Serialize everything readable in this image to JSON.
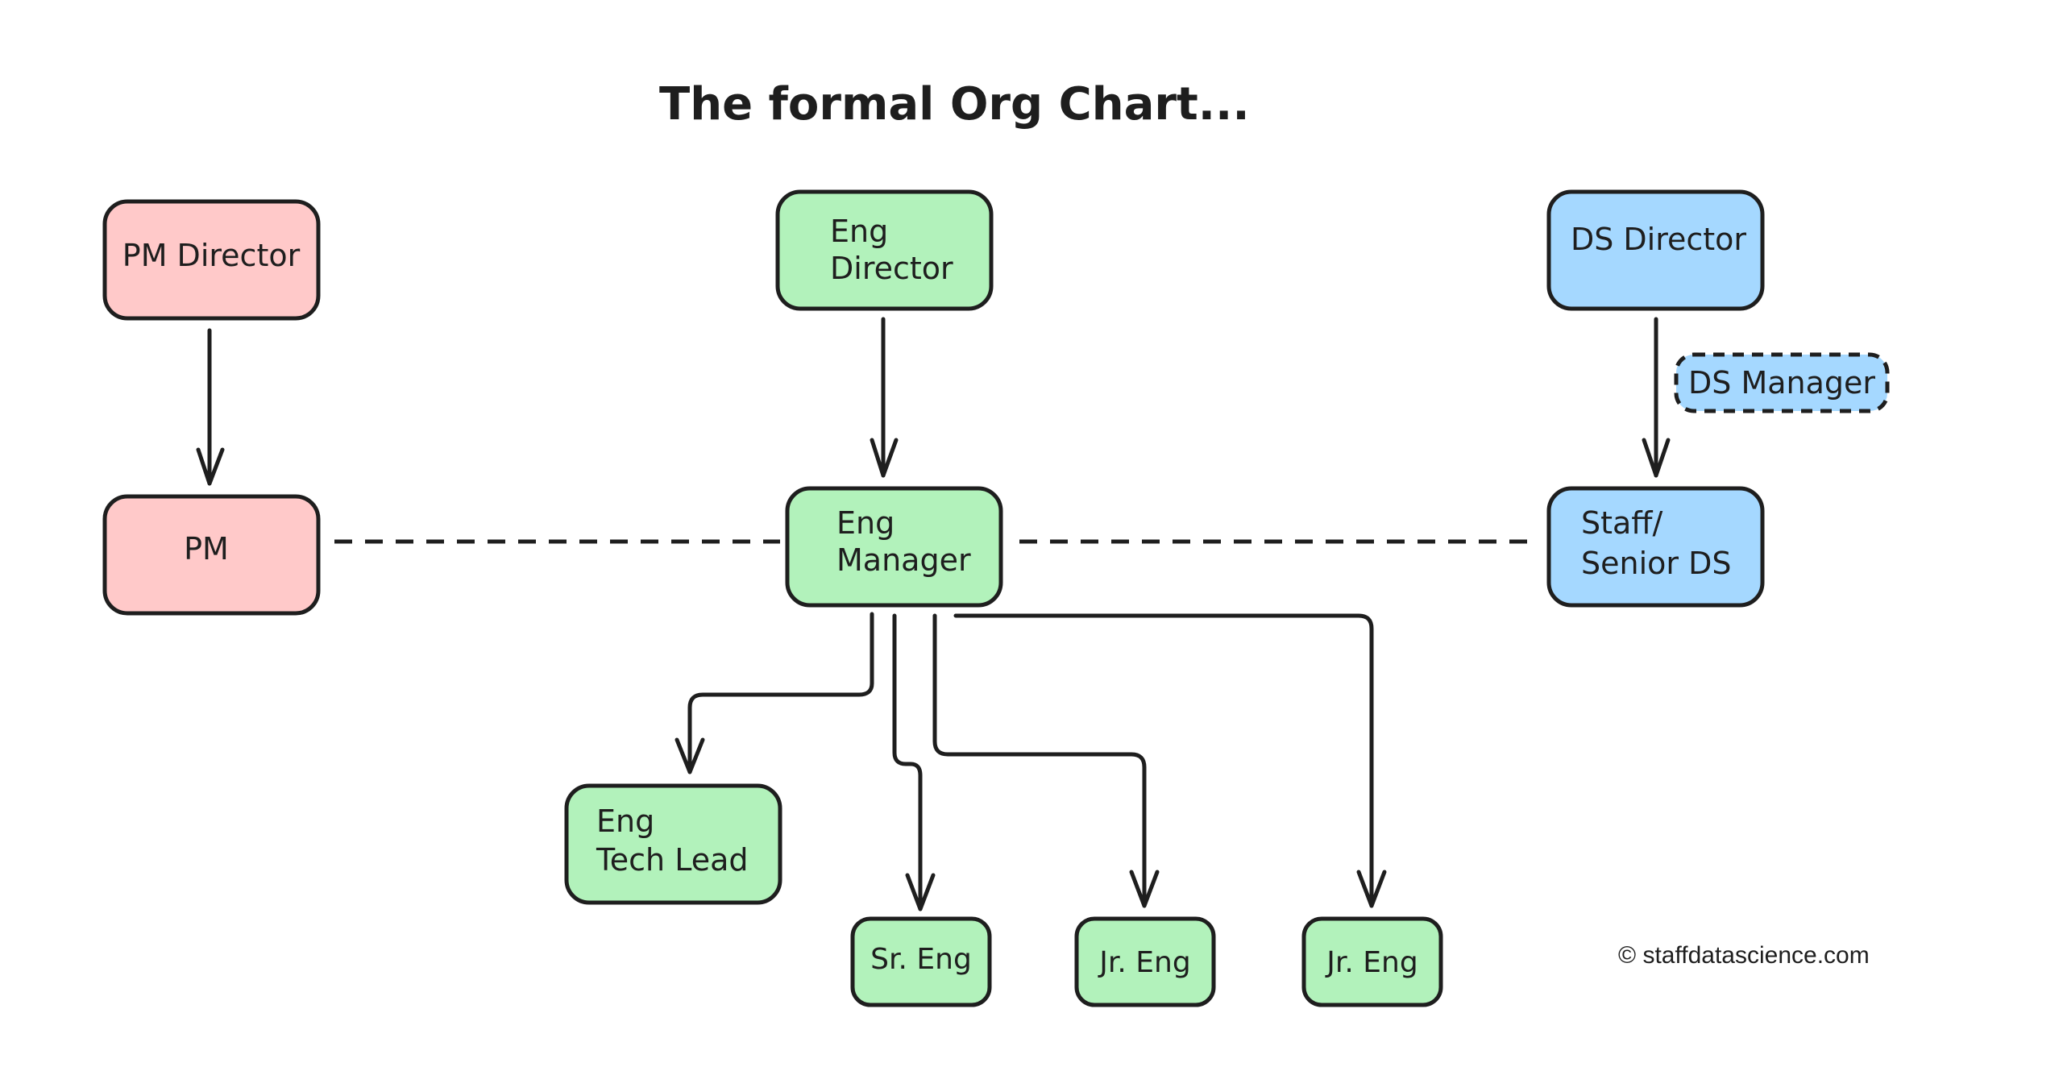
{
  "title": "The formal Org Chart...",
  "credit": "© staffdatascience.com",
  "colors": {
    "pm": "#ffc9c9",
    "eng": "#b2f2bb",
    "ds": "#a5d8ff",
    "stroke": "#1e1e1e"
  },
  "nodes": {
    "pm_director": "PM Director",
    "pm": "PM",
    "eng_director": [
      "Eng",
      "Director"
    ],
    "eng_manager": [
      "Eng",
      "Manager"
    ],
    "ds_director": "DS Director",
    "ds_manager": "DS Manager",
    "staff_ds": [
      "Staff/",
      "Senior DS"
    ],
    "eng_tech_lead": [
      "Eng",
      "Tech Lead"
    ],
    "sr_eng": "Sr. Eng",
    "jr_eng_1": "Jr. Eng",
    "jr_eng_2": "Jr. Eng"
  }
}
